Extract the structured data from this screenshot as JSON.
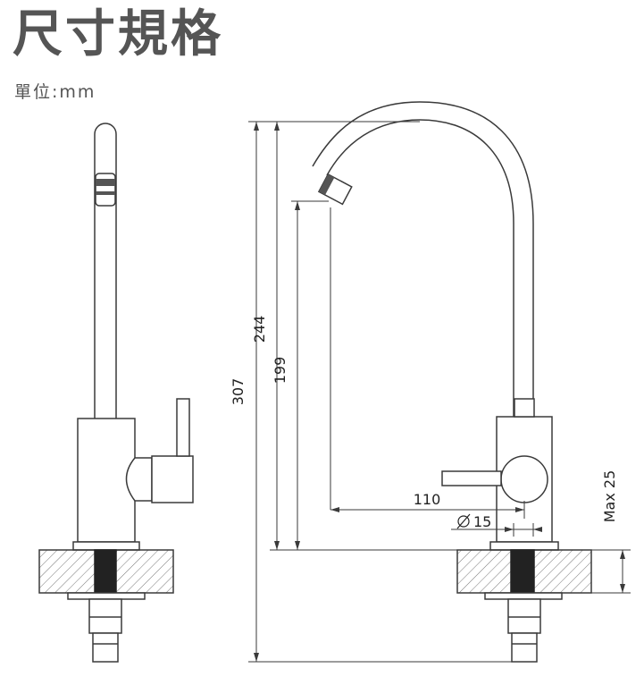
{
  "header": {
    "title": "尺寸規格",
    "unit": "單位:mm"
  },
  "dimensions": {
    "total_height": "307",
    "spout_height": "244",
    "outlet_height": "199",
    "reach": "110",
    "tube_diameter": "15",
    "counter_thickness": "Max 25"
  },
  "colors": {
    "line": "#3a3a3a",
    "title": "#555555",
    "hatch": "#777777"
  }
}
